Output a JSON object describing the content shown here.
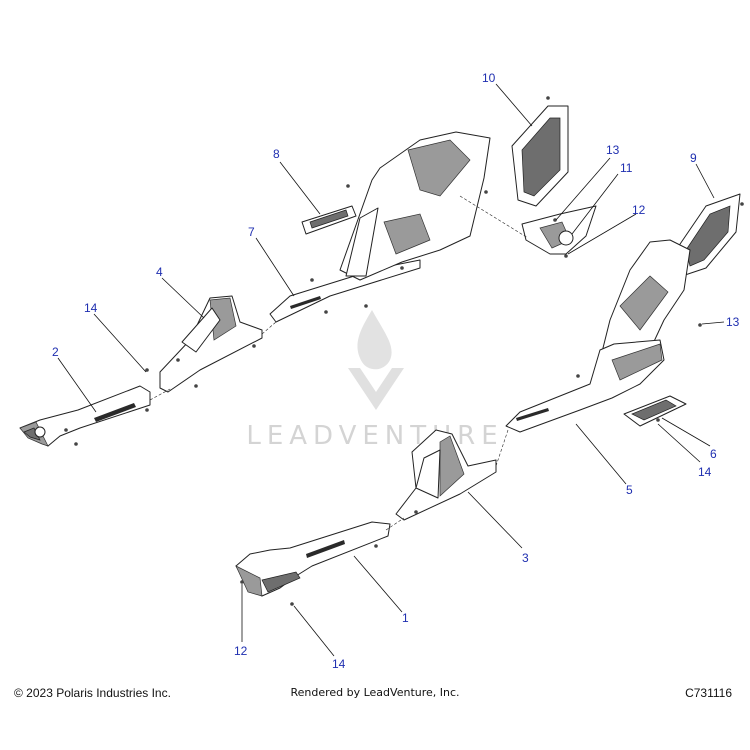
{
  "watermark": {
    "text": "LEADVENTURE"
  },
  "callouts": [
    {
      "label": "10"
    },
    {
      "label": "13"
    },
    {
      "label": "11"
    },
    {
      "label": "12"
    },
    {
      "label": "9"
    },
    {
      "label": "8"
    },
    {
      "label": "7"
    },
    {
      "label": "4"
    },
    {
      "label": "14"
    },
    {
      "label": "2"
    },
    {
      "label": "13"
    },
    {
      "label": "6"
    },
    {
      "label": "14"
    },
    {
      "label": "5"
    },
    {
      "label": "3"
    },
    {
      "label": "1"
    },
    {
      "label": "12"
    },
    {
      "label": "14"
    }
  ],
  "footer": {
    "copyright": "© 2023 Polaris Industries Inc.",
    "rendered_by": "Rendered by LeadVenture, Inc.",
    "diagram_id": "C731116"
  },
  "colors": {
    "callout": "#1f2fb0",
    "line": "#222222",
    "shade": "#9a9a9a",
    "watermark": "#d4d4d4"
  }
}
